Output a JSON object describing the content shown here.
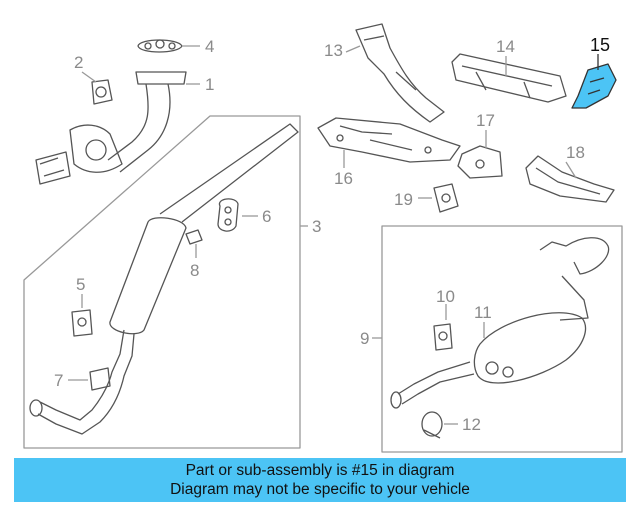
{
  "diagram": {
    "callouts": [
      "1",
      "2",
      "3",
      "4",
      "5",
      "6",
      "7",
      "8",
      "9",
      "10",
      "11",
      "12",
      "13",
      "14",
      "15",
      "16",
      "17",
      "18",
      "19"
    ],
    "highlight": "15",
    "highlight_color": "#4cc4f5",
    "line_color": "#8a8a8a"
  },
  "banner": {
    "line1": "Part or sub-assembly is #15 in diagram",
    "line2": "Diagram may not be specific to your vehicle",
    "background": "#4cc4f5"
  }
}
